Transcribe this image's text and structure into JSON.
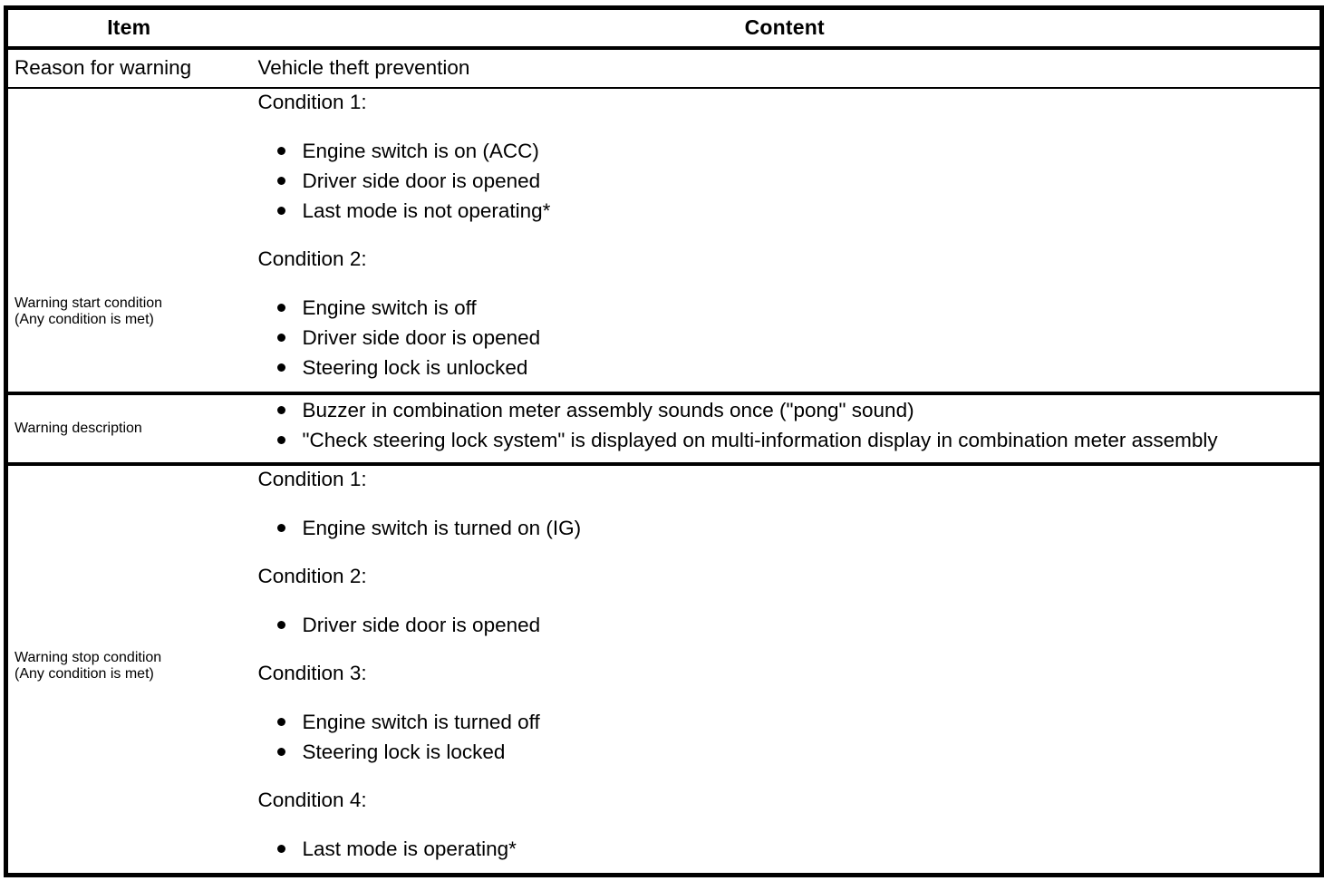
{
  "table": {
    "headers": {
      "item": "Item",
      "content": "Content"
    },
    "rows": [
      {
        "label": "Reason for warning",
        "label_lines": [
          "Reason for warning"
        ],
        "content_text": "Vehicle theft prevention"
      },
      {
        "label": "Warning start condition (Any condition is met)",
        "label_lines": [
          "Warning start condition",
          "(Any condition is met)"
        ],
        "groups": [
          {
            "heading": "Condition 1:",
            "bullets": [
              "Engine switch is on (ACC)",
              "Driver side door is opened",
              "Last mode is not operating*"
            ]
          },
          {
            "heading": "Condition 2:",
            "bullets": [
              "Engine switch is off",
              "Driver side door is opened",
              "Steering lock is unlocked"
            ]
          }
        ]
      },
      {
        "label": "Warning description",
        "label_lines": [
          "Warning description"
        ],
        "bullets": [
          "Buzzer in combination meter assembly sounds once (\"pong\" sound)",
          "\"Check steering lock system\" is displayed on multi-information display in combination meter assembly"
        ]
      },
      {
        "label": "Warning stop condition (Any condition is met)",
        "label_lines": [
          "Warning stop condition",
          "(Any condition is met)"
        ],
        "groups": [
          {
            "heading": "Condition 1:",
            "bullets": [
              "Engine switch is turned on (IG)"
            ]
          },
          {
            "heading": "Condition 2:",
            "bullets": [
              "Driver side door is opened"
            ]
          },
          {
            "heading": "Condition 3:",
            "bullets": [
              "Engine switch is turned off",
              "Steering lock is locked"
            ]
          },
          {
            "heading": "Condition 4:",
            "bullets": [
              "Last mode is operating*"
            ]
          }
        ]
      }
    ]
  }
}
